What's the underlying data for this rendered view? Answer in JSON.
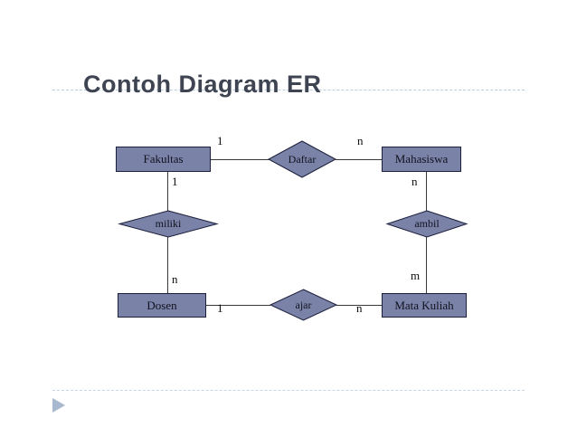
{
  "slide": {
    "title": "Contoh Diagram ER",
    "title_color": "#3f4452",
    "background": "#ffffff",
    "rule_color": "#b9cde2",
    "bullet_icon": "play-triangle-icon",
    "bullet_color": "#a7b8cf"
  },
  "diagram": {
    "type": "entity-relationship",
    "entity_fill": "#7b82a8",
    "entity_border": "#1b1f3b",
    "line_color": "#3a3a3a",
    "entities": [
      {
        "id": "fakultas",
        "label": "Fakultas"
      },
      {
        "id": "mahasiswa",
        "label": "Mahasiswa"
      },
      {
        "id": "dosen",
        "label": "Dosen"
      },
      {
        "id": "mata-kuliah",
        "label": "Mata Kuliah"
      }
    ],
    "relationships": [
      {
        "id": "daftar",
        "label": "Daftar",
        "from": "fakultas",
        "to": "mahasiswa",
        "from_cardinality": "1",
        "to_cardinality": "n"
      },
      {
        "id": "miliki",
        "label": "miliki",
        "from": "fakultas",
        "to": "dosen",
        "from_cardinality": "1",
        "to_cardinality": "n"
      },
      {
        "id": "ambil",
        "label": "ambil",
        "from": "mahasiswa",
        "to": "mata-kuliah",
        "from_cardinality": "n",
        "to_cardinality": "m"
      },
      {
        "id": "ajar",
        "label": "ajar",
        "from": "dosen",
        "to": "mata-kuliah",
        "from_cardinality": "1",
        "to_cardinality": "n"
      }
    ],
    "cardinality_labels": {
      "fakultas_daftar": "1",
      "mahasiswa_daftar": "n",
      "fakultas_miliki": "1",
      "dosen_miliki": "n",
      "mahasiswa_ambil": "n",
      "mata_kuliah_ambil": "m",
      "dosen_ajar": "1",
      "mata_kuliah_ajar": "n"
    }
  }
}
